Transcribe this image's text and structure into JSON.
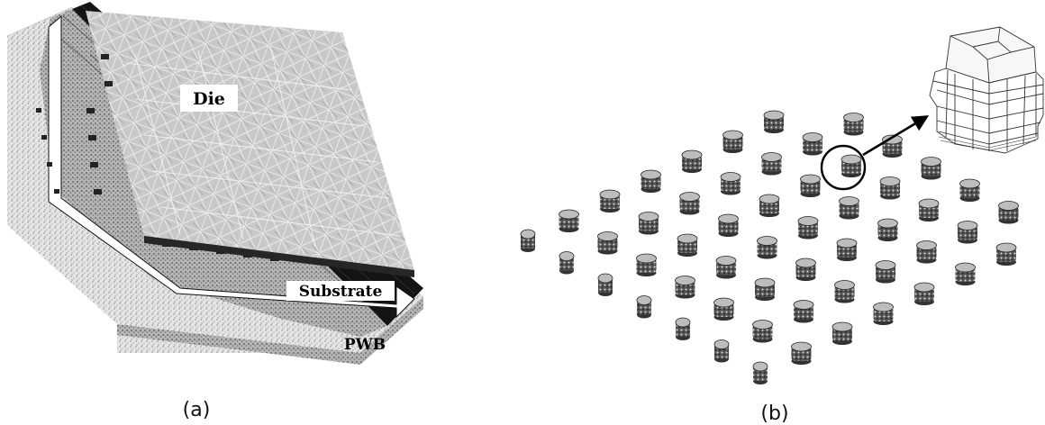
{
  "labels": {
    "die": "Die",
    "substrate": "Substrate",
    "pwb": "PWB"
  },
  "panels": {
    "a": "(a)",
    "b": "(b)"
  },
  "colors": {
    "mesh_dark": "#1a1a1a",
    "mesh_gray": "#7d7d7d",
    "mesh_light": "#cfcfcf",
    "speckle": "#9a9a9a",
    "background": "#ffffff"
  }
}
